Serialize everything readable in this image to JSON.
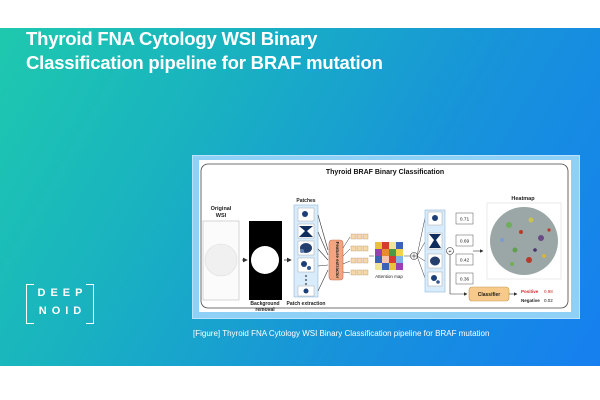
{
  "slide": {
    "title_line1": "Thyroid FNA Cytology WSI Binary",
    "title_line2": "Classification pipeline for BRAF mutation",
    "caption": "[Figure] Thyroid FNA Cytology WSI Binary Classification pipeline for BRAF mutation",
    "logo_line1": "DEEP",
    "logo_line2": "NOID"
  },
  "figure": {
    "title": "Thyroid BRAF Binary Classification",
    "original_label_1": "Original",
    "original_label_2": "WSI",
    "background_label_1": "Background",
    "background_label_2": "removal",
    "patches_label": "Patches",
    "patch_extraction_label": "Patch extraction",
    "feature_extractor_label": "Feature extractor",
    "attention_map_label": "Attention map",
    "scores": [
      "0.71",
      "0.69",
      "0.42",
      "0.36"
    ],
    "plus_symbol": "+",
    "heatmap_label": "Heatmap",
    "classifier_label": "Classifier",
    "positive_label": "Positive",
    "positive_value": "0.98",
    "negative_label": "Negative",
    "negative_value": "0.02"
  },
  "colors": {
    "gradient_start": "#1ec9ae",
    "gradient_end": "#167ff0",
    "classifier_fill": "#f7c98a",
    "feature_fill": "#f3a582",
    "positive_red": "#d22b2b"
  }
}
